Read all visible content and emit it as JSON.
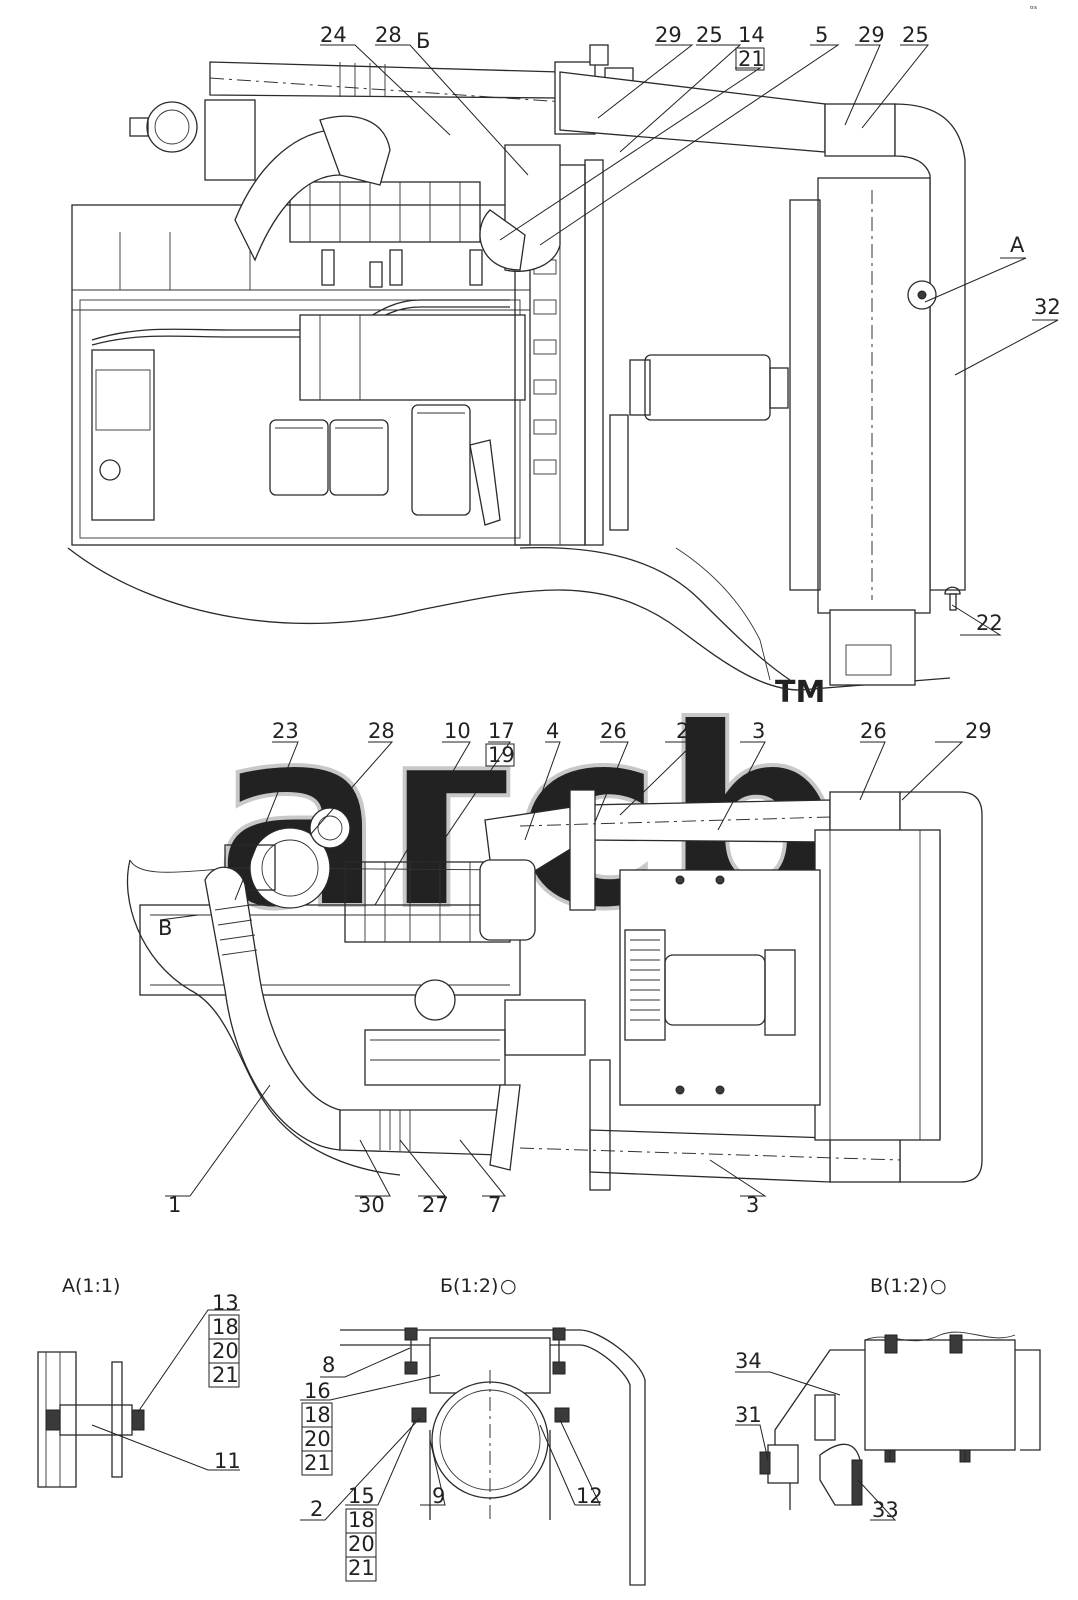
{
  "watermark": {
    "text": "агсb",
    "tm": "TM"
  },
  "corner_mark": "ᵒˢ",
  "callouts": {
    "top": [
      "24",
      "28",
      "Б",
      "29",
      "25",
      "14",
      "21",
      "5",
      "29",
      "25",
      "А",
      "32",
      "22"
    ],
    "middle": [
      "23",
      "28",
      "10",
      "17",
      "19",
      "4",
      "26",
      "29",
      "3",
      "26",
      "29",
      "В",
      "1",
      "30",
      "27",
      "7",
      "3"
    ],
    "view_a": [
      "13",
      "18",
      "20",
      "21",
      "11"
    ],
    "view_b": [
      "8",
      "16",
      "18",
      "20",
      "21",
      "2",
      "15",
      "18",
      "20",
      "21",
      "9",
      "12"
    ],
    "view_v": [
      "34",
      "31",
      "33"
    ]
  },
  "views": {
    "a": "А(1:1)",
    "b": "Б(1:2)",
    "v": "В(1:2)",
    "rotate_mark": "○"
  }
}
